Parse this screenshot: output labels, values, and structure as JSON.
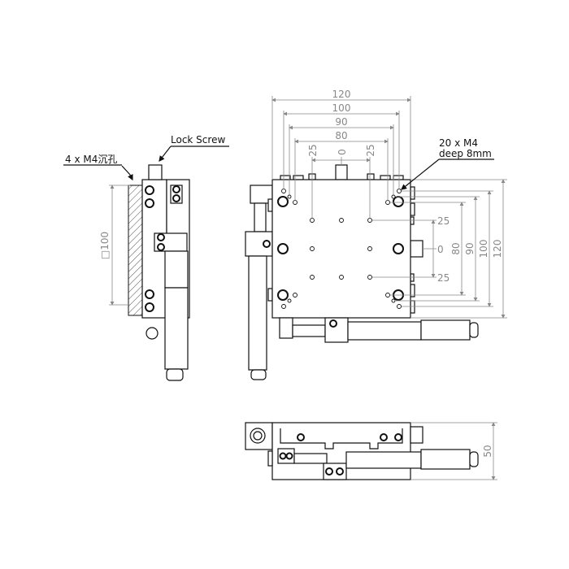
{
  "callouts": {
    "lock_screw": "Lock Screw",
    "counterbore": "4 x M4沉孔",
    "tapped_holes_line1": "20 x M4",
    "tapped_holes_line2": "deep 8mm"
  },
  "side_view": {
    "square_dim": "□100"
  },
  "top_view": {
    "horizontal_dims": [
      "120",
      "100",
      "90",
      "80"
    ],
    "horizontal_grid": [
      "25",
      "0",
      "25"
    ],
    "vertical_dims": [
      "80",
      "90",
      "100",
      "120"
    ],
    "vertical_grid": [
      "25",
      "0",
      "25"
    ]
  },
  "front_view": {
    "height_dim": "50"
  }
}
